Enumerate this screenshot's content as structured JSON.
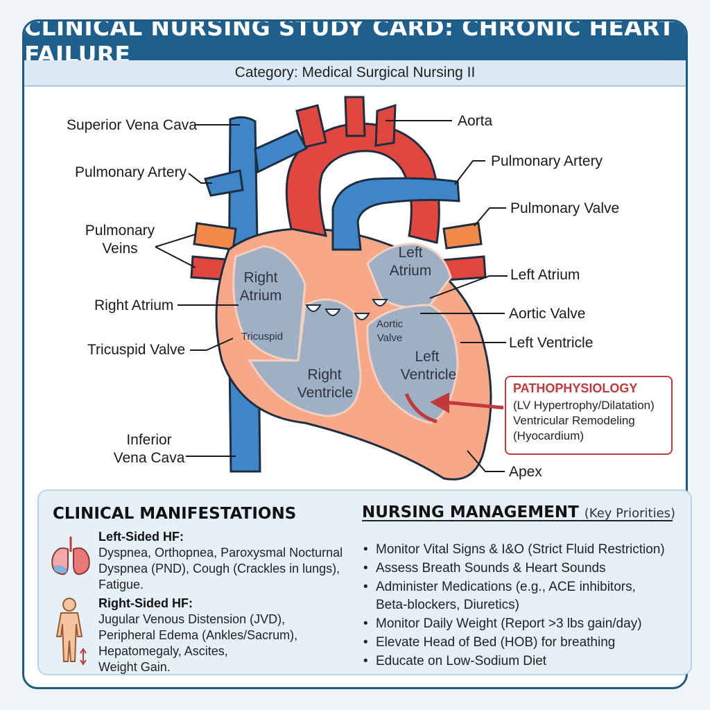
{
  "header": {
    "title": "CLINICAL NURSING STUDY CARD: CHRONIC HEART FAILURE",
    "category": "Category: Medical Surgical Nursing II"
  },
  "labels": {
    "superior_vena_cava": "Superior Vena Cava",
    "pulmonary_artery_left": "Pulmonary Artery",
    "pulmonary_veins_1": "Pulmonary",
    "pulmonary_veins_2": "Veins",
    "right_atrium": "Right Atrium",
    "tricuspid_valve": "Tricuspid Valve",
    "inferior_vena_cava_1": "Inferior",
    "inferior_vena_cava_2": "Vena Cava",
    "aorta": "Aorta",
    "pulmonary_artery_right": "Pulmonary Artery",
    "pulmonary_valve": "Pulmonary Valve",
    "left_atrium": "Left Atrium",
    "aortic_valve": "Aortic Valve",
    "left_ventricle": "Left Ventricle",
    "apex": "Apex"
  },
  "inner_labels": {
    "right_1": "Right",
    "atrium": "Atrium",
    "tricuspid": "Tricuspid",
    "right_2": "Right",
    "ventricle": "Ventricle",
    "left_1": "Left",
    "atrium_l": "Atrium",
    "aortic": "Aortic",
    "valve": "Valve",
    "left_2": "Left",
    "ventricle_l": "Ventricle"
  },
  "pathophysiology": {
    "title": "PATHOPHYSIOLOGY",
    "lines": [
      "(LV Hypertrophy/Dilatation)",
      "Ventricular Remodeling",
      "(Hyocardium)"
    ]
  },
  "manifestations": {
    "title": "CLINICAL MANIFESTATIONS",
    "left": {
      "heading": "Left-Sided HF:",
      "lines": [
        "Dyspnea, Orthopnea, Paroxysmal Nocturnal",
        "Dyspnea (PND), Cough (Crackles in lungs),",
        "Fatigue."
      ]
    },
    "right": {
      "heading": "Right-Sided HF:",
      "lines": [
        "Jugular Venous Distension (JVD),",
        "Peripheral Edema (Ankles/Sacrum),",
        "Hepatomegaly, Ascites,",
        "Weight Gain."
      ]
    }
  },
  "management": {
    "title": "NURSING MANAGEMENT",
    "note": "(Key Priorities)",
    "items": [
      "Monitor Vital Signs & I&O (Strict Fluid Restriction)",
      "Assess Breath Sounds & Heart Sounds",
      "Administer Medications (e.g., ACE inhibitors,",
      "Beta-blockers, Diuretics)",
      "Monitor Daily Weight (Report >3 lbs gain/day)",
      "Elevate Head of Bed (HOB) for breathing",
      "Educate on Low-Sodium Diet"
    ]
  },
  "colors": {
    "header": "#1f5f8c",
    "vein_blue": "#3f86c8",
    "artery_red": "#e2473f",
    "myocardium": "#f6a888",
    "chamber": "#9fb0c4",
    "accent_red": "#c0393b"
  }
}
